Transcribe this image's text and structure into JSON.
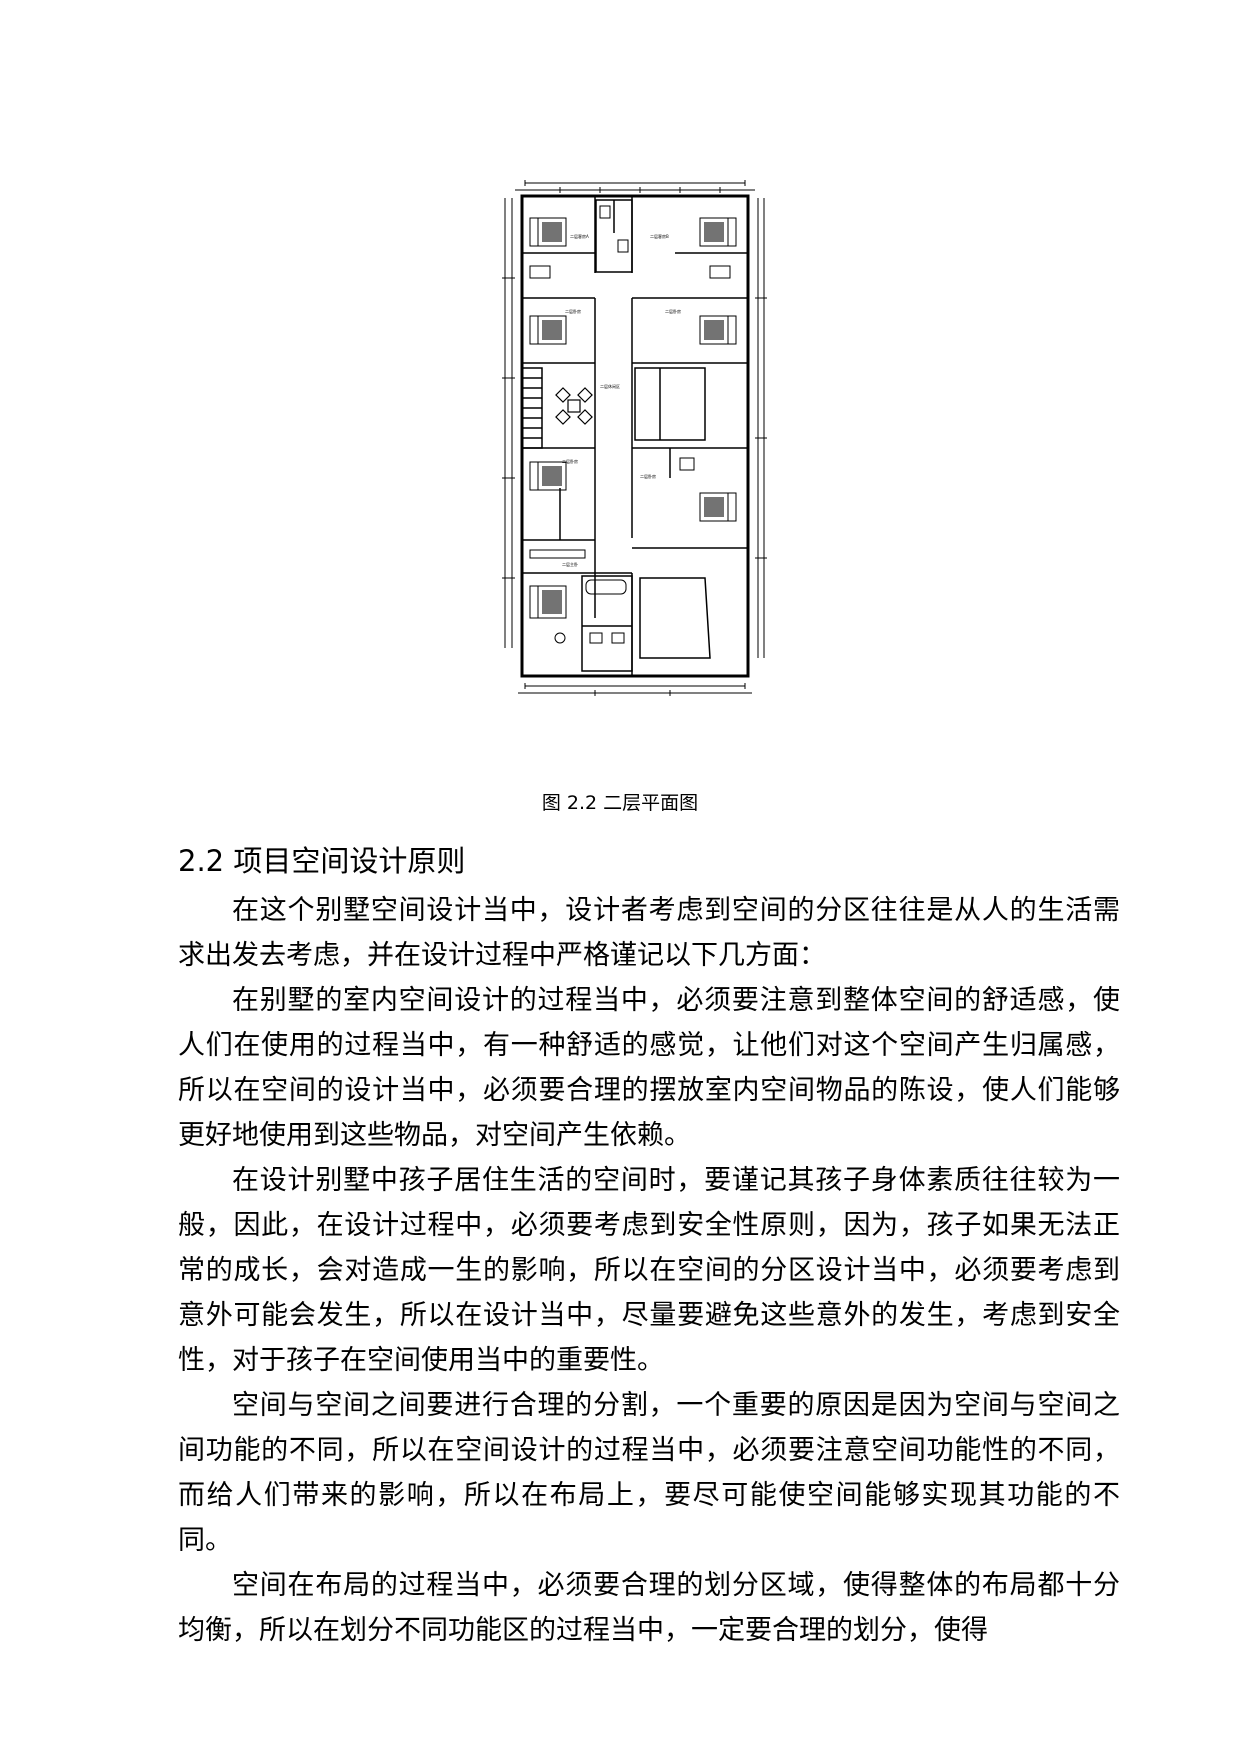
{
  "figure": {
    "caption": "图 2.2 二层平面图",
    "room_labels": {
      "r1": "二层客房A",
      "r2": "二层客房B",
      "r3": "二层卧房",
      "r4": "二层卧房",
      "lounge": "二层休闲区",
      "r5": "二层卧房",
      "r6": "二层卧房",
      "r7": "二层主卧"
    }
  },
  "section": {
    "heading": "2.2 项目空间设计原则"
  },
  "paragraphs": [
    "在这个别墅空间设计当中，设计者考虑到空间的分区往往是从人的生活需求出发去考虑，并在设计过程中严格谨记以下几方面：",
    "在别墅的室内空间设计的过程当中，必须要注意到整体空间的舒适感，使人们在使用的过程当中，有一种舒适的感觉，让他们对这个空间产生归属感，所以在空间的设计当中，必须要合理的摆放室内空间物品的陈设，使人们能够更好地使用到这些物品，对空间产生依赖。",
    "在设计别墅中孩子居住生活的空间时，要谨记其孩子身体素质往往较为一般，因此，在设计过程中，必须要考虑到安全性原则，因为，孩子如果无法正常的成长，会对造成一生的影响，所以在空间的分区设计当中，必须要考虑到意外可能会发生，所以在设计当中，尽量要避免这些意外的发生，考虑到安全性，对于孩子在空间使用当中的重要性。",
    "空间与空间之间要进行合理的分割，一个重要的原因是因为空间与空间之间功能的不同，所以在空间设计的过程当中，必须要注意空间功能性的不同，而给人们带来的影响，所以在布局上，要尽可能使空间能够实现其功能的不同。",
    "空间在布局的过程当中，必须要合理的划分区域，使得整体的布局都十分均衡，所以在划分不同功能区的过程当中，一定要合理的划分，使得"
  ]
}
